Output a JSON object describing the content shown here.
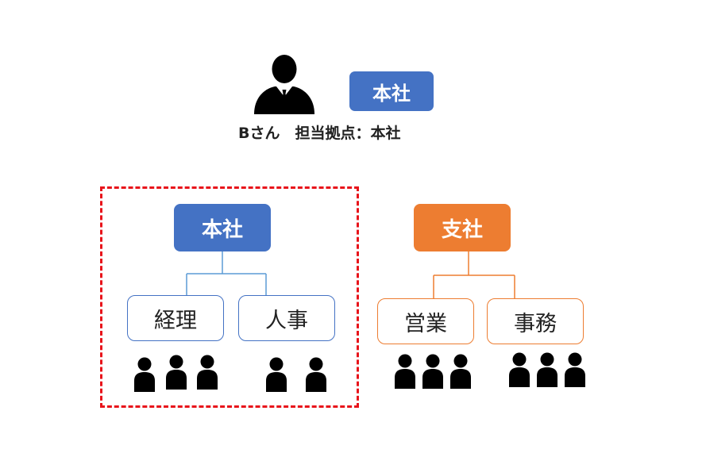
{
  "user": {
    "icon": "businessman-icon",
    "badge": "本社",
    "caption": "Bさん　担当拠点：本社"
  },
  "org": {
    "honsha": {
      "label": "本社",
      "color": "#4472c4",
      "departments": [
        {
          "label": "経理",
          "people": 3
        },
        {
          "label": "人事",
          "people": 2
        }
      ]
    },
    "shisha": {
      "label": "支社",
      "color": "#ed7d31",
      "departments": [
        {
          "label": "営業",
          "people": 3
        },
        {
          "label": "事務",
          "people": 3
        }
      ]
    }
  },
  "highlight": {
    "color": "#e8141b",
    "style": "dashed"
  }
}
